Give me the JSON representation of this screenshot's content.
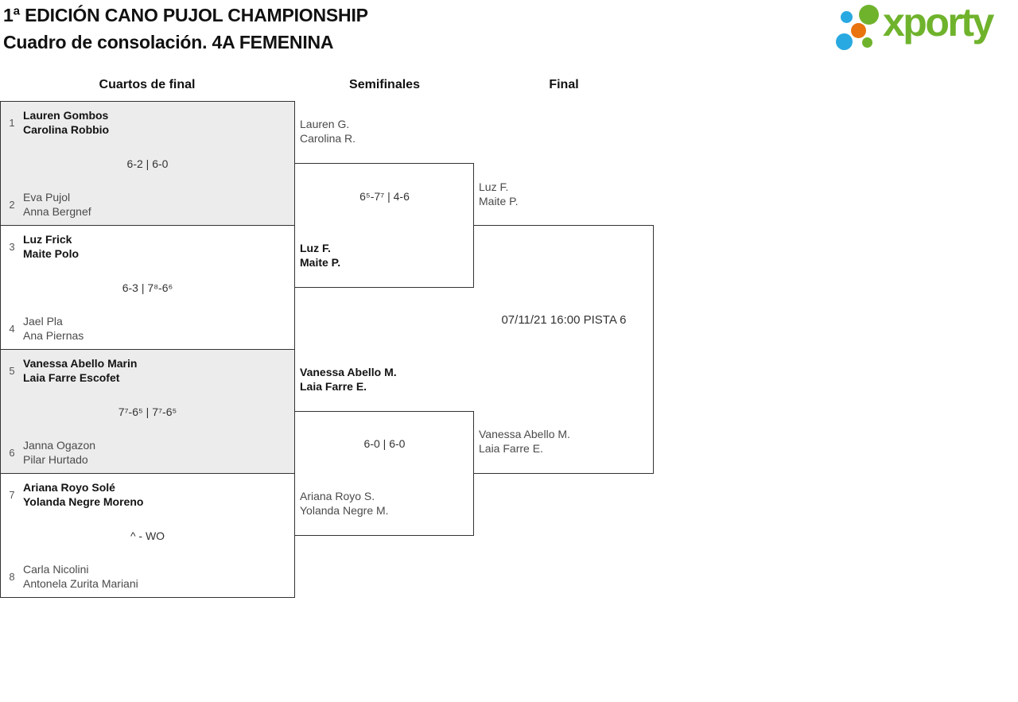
{
  "header": {
    "title": "1ª EDICIÓN CANO PUJOL CHAMPIONSHIP",
    "subtitle": "Cuadro de consolación. 4A FEMENINA",
    "logo_text": "xporty"
  },
  "rounds": {
    "quarterfinals_label": "Cuartos de final",
    "semifinals_label": "Semifinales",
    "final_label": "Final"
  },
  "quarterfinals": [
    {
      "seed_a": "1",
      "team_a_line1": "Lauren Gombos",
      "team_a_line2": "Carolina Robbio",
      "score": "6-2 | 6-0",
      "seed_b": "2",
      "team_b_line1": "Eva Pujol",
      "team_b_line2": "Anna Bergnef",
      "winner": "a"
    },
    {
      "seed_a": "3",
      "team_a_line1": "Luz Frick",
      "team_a_line2": "Maite Polo",
      "score": "6-3 | 7⁸-6⁶",
      "seed_b": "4",
      "team_b_line1": "Jael Pla",
      "team_b_line2": "Ana Piernas",
      "winner": "a"
    },
    {
      "seed_a": "5",
      "team_a_line1": "Vanessa Abello Marin",
      "team_a_line2": "Laia Farre Escofet",
      "score": "7⁷-6⁵ | 7⁷-6⁵",
      "seed_b": "6",
      "team_b_line1": "Janna Ogazon",
      "team_b_line2": "Pilar Hurtado",
      "winner": "a"
    },
    {
      "seed_a": "7",
      "team_a_line1": "Ariana Royo Solé",
      "team_a_line2": "Yolanda Negre Moreno",
      "score": "^ - WO",
      "seed_b": "8",
      "team_b_line1": "Carla Nicolini",
      "team_b_line2": "Antonela Zurita Mariani",
      "winner": "a"
    }
  ],
  "semifinals": [
    {
      "team_a_line1": "Lauren G.",
      "team_a_line2": "Carolina R.",
      "score": "6⁵-7⁷ | 4-6",
      "team_b_line1": "Luz F.",
      "team_b_line2": "Maite P.",
      "winner": "b"
    },
    {
      "team_a_line1": "Vanessa Abello M.",
      "team_a_line2": "Laia Farre E.",
      "score": "6-0 | 6-0",
      "team_b_line1": "Ariana Royo S.",
      "team_b_line2": "Yolanda Negre M.",
      "winner": "a"
    }
  ],
  "final": {
    "team_a_line1": "Luz F.",
    "team_a_line2": "Maite P.",
    "schedule": "07/11/21 16:00 PISTA 6",
    "team_b_line1": "Vanessa Abello M.",
    "team_b_line2": "Laia Farre E.",
    "winner": ""
  },
  "colors": {
    "logo_green": "#6fb32c",
    "logo_blue": "#29a9e1",
    "logo_orange": "#e8730f",
    "line": "#333333",
    "alt_bg": "#ececec",
    "winner_text": "#131313",
    "loser_text": "#4a4a4a",
    "score_text": "#333333",
    "heading_text": "#111111"
  }
}
